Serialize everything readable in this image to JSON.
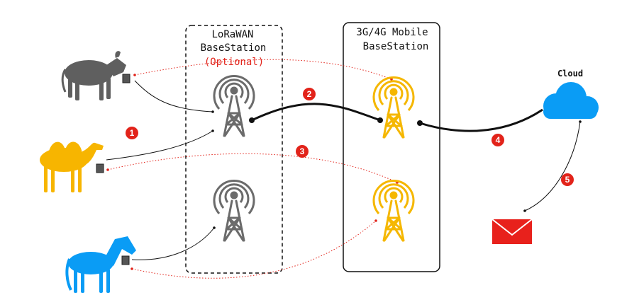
{
  "colors": {
    "animal_gray": "#5f5f5f",
    "animal_yellow": "#f7b500",
    "animal_blue": "#0a9cf5",
    "tower_gray": "#6b6b6b",
    "tower_yellow": "#f5b700",
    "cloud_blue": "#0a9cf5",
    "badge_red": "#e2231a",
    "mail_red": "#e8211c",
    "link_red": "#e2231a",
    "link_black": "#111111"
  },
  "icons": {
    "cow": "cow-icon",
    "camel": "camel-icon",
    "horse": "horse-icon",
    "tag": "tracker-tag-icon",
    "tower": "antenna-tower-icon",
    "cloud": "cloud-icon",
    "mail": "mail-icon"
  },
  "lora": {
    "title_line1": "LoRaWAN",
    "title_line2": "BaseStation",
    "optional": "(Optional)"
  },
  "mobile": {
    "title_line1": "3G/4G Mobile",
    "title_line2": "BaseStation"
  },
  "cloud": {
    "label": "Cloud"
  },
  "badges": [
    "1",
    "2",
    "3",
    "4",
    "5"
  ]
}
